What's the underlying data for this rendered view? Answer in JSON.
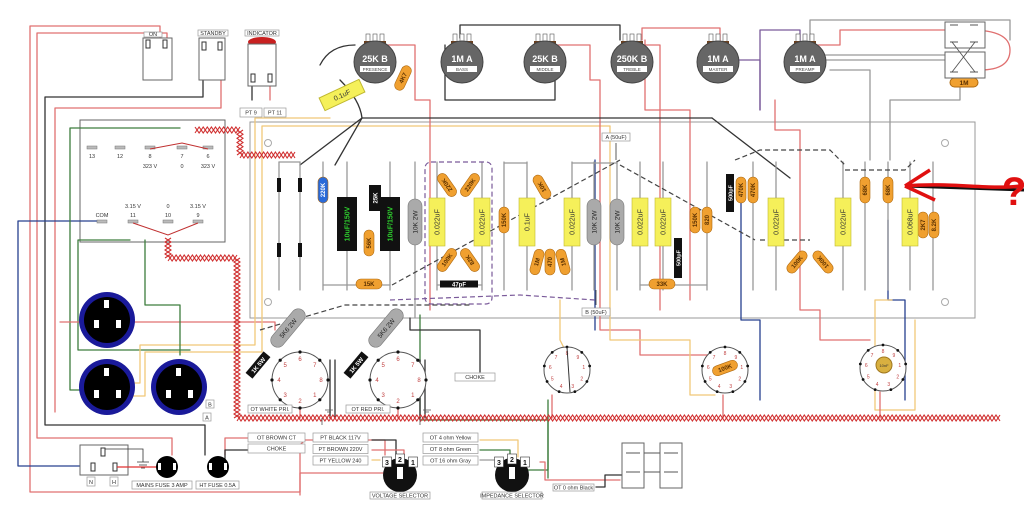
{
  "colors": {
    "wire_red": "#e07070",
    "wire_black": "#333333",
    "wire_blue": "#27408f",
    "wire_green": "#3d7d3d",
    "wire_yellow": "#f0c878",
    "resistor": "#f0a030",
    "capacitor": "#f5f05a",
    "socket_blue": "#1a1a9a",
    "annotation_red": "#e01010"
  },
  "switches": {
    "on": "ON",
    "standby": "STANDBY",
    "indicator": "INDICATOR",
    "pt9": "PT 9",
    "pt11": "PT 11"
  },
  "power_transformer": {
    "hv": [
      {
        "num": "13",
        "volt": ""
      },
      {
        "num": "12",
        "volt": ""
      },
      {
        "num": "8",
        "volt": "323 V"
      },
      {
        "num": "7",
        "volt": "0"
      },
      {
        "num": "6",
        "volt": "323 V"
      }
    ],
    "heater": [
      {
        "num": "COM",
        "volt": ""
      },
      {
        "num": "11",
        "volt": "3.15 V"
      },
      {
        "num": "10",
        "volt": "0"
      },
      {
        "num": "9",
        "volt": "3.15 V"
      }
    ]
  },
  "pots": [
    {
      "value": "25K B",
      "name": "PRESENCE"
    },
    {
      "value": "1M A",
      "name": "BASS"
    },
    {
      "value": "25K B",
      "name": "MIDDLE"
    },
    {
      "value": "250K B",
      "name": "TREBLE"
    },
    {
      "value": "1M A",
      "name": "MASTER"
    },
    {
      "value": "1M A",
      "name": "PREAMP"
    }
  ],
  "presence_parts": {
    "cap": "0.1uF",
    "resistor": "4K7"
  },
  "board": {
    "resistors": [
      "220K",
      "25K",
      "56K",
      "15K",
      "220K",
      "220K",
      "100K",
      "82K",
      "150K",
      "10K",
      "1M",
      "470",
      "1M",
      "33K",
      "150K",
      "820",
      "470K",
      "470K",
      "100K",
      "100K",
      "68K",
      "68K",
      "2K7",
      "8.2K"
    ],
    "power_resistors": [
      "10K 2W",
      "10K 2W",
      "10K 2W"
    ],
    "capacitors": [
      "0.022uF",
      "0.022uF",
      "0.1uF",
      "0.022uF",
      "0.022uF",
      "0.022uF",
      "0.022uF",
      "0.022uF",
      "0.068uF"
    ],
    "electrolytics": [
      "10uF/150V",
      "10uF/150V"
    ],
    "ceramics": [
      "47pF",
      "500pF",
      "500pF"
    ],
    "filter_a": "A (50uF)",
    "filter_b": "B (50uF)"
  },
  "power_tubes": [
    {
      "label": "OT WHITE PRI.",
      "r1": "1K 5W",
      "r2": "5K6 2W"
    },
    {
      "label": "OT RED PRI.",
      "r1": "1K 5W",
      "r2": "5K6 2W"
    }
  ],
  "pin_numbers": [
    "1",
    "2",
    "3",
    "4",
    "5",
    "6",
    "7",
    "8",
    "9"
  ],
  "preamp_tube_parts": {
    "resistor": "100K",
    "cap": "10nF"
  },
  "choke_label": "CHOKE",
  "sockets": {
    "a": "A",
    "b": "B"
  },
  "mains": {
    "n": "N",
    "h": "H",
    "mains_fuse": "MAINS FUSE 3 AMP",
    "ht_fuse": "HT FUSE 0.5A"
  },
  "ot_labels": {
    "brown_ct": "OT BROWN CT",
    "choke": "CHOKE",
    "black": "OT 0 ohm Black"
  },
  "voltage_selector": {
    "title": "VOLTAGE SELECTOR",
    "options": [
      "PT BLACK 117V",
      "PT BROWN 220V",
      "PT YELLOW 240"
    ],
    "pins": [
      "3",
      "2",
      "1"
    ]
  },
  "impedance_selector": {
    "title": "IMPEDANCE SELECTOR",
    "options": [
      "OT 4 ohm Yellow",
      "OT 8 ohm Green",
      "OT 16 ohm Gray"
    ],
    "pins": [
      "3",
      "2",
      "1"
    ]
  },
  "jack_resistor": "1M",
  "annotation": "?"
}
